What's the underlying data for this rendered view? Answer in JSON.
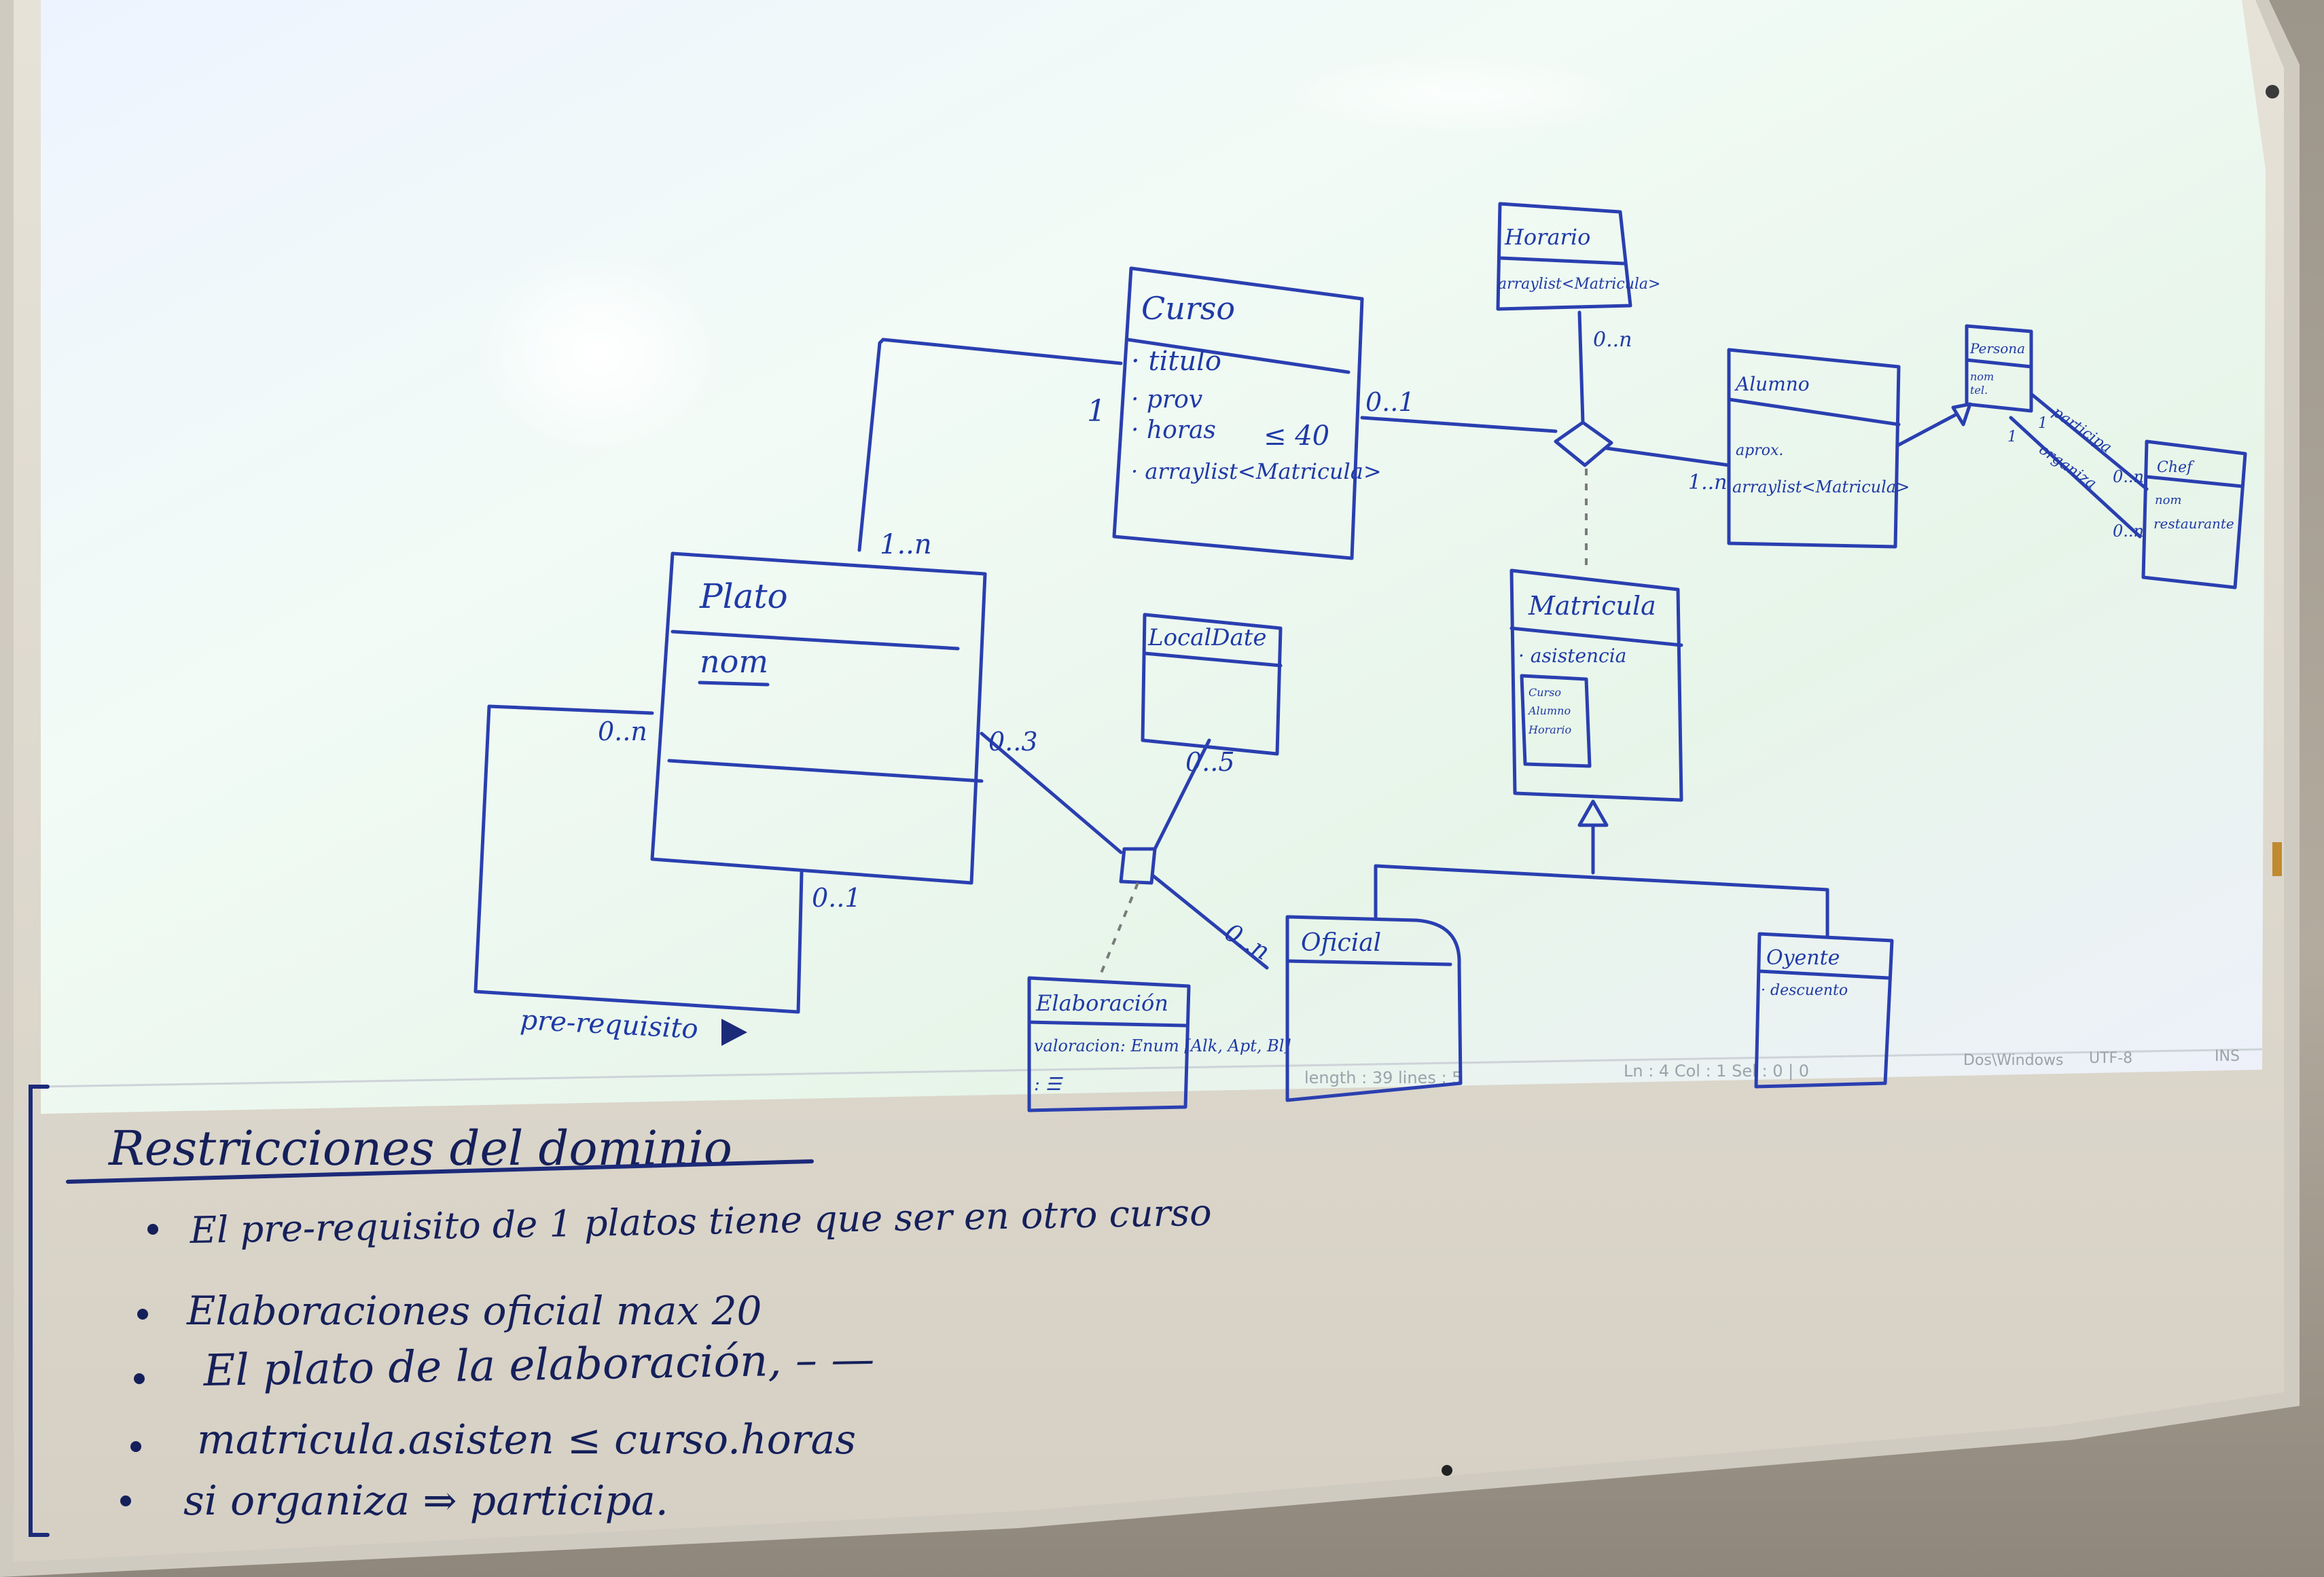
{
  "diagram": {
    "classes": {
      "curso": {
        "name": "Curso",
        "attrs": [
          "· titulo",
          "· prov",
          "· horas",
          "· arraylist<Matricula>"
        ],
        "note": "≤ 40"
      },
      "horario": {
        "name": "Horario",
        "attrs": [
          "arraylist<Matricula>"
        ]
      },
      "alumno": {
        "name": "Alumno",
        "attrs": [
          "aprox.",
          "arraylist<Matricula>"
        ]
      },
      "persona": {
        "name": "Persona",
        "attrs": [
          "nom",
          "tel."
        ]
      },
      "chef": {
        "name": "Chef",
        "attrs": [
          "nom",
          "restaurante"
        ]
      },
      "plato": {
        "name": "Plato",
        "attrs": [
          "nom"
        ]
      },
      "localdate": {
        "name": "LocalDate"
      },
      "matricula": {
        "name": "Matricula",
        "attrs": [
          "· asistencia"
        ],
        "note_lines": [
          "Curso",
          "Alumno",
          "Horario"
        ]
      },
      "elaboracion": {
        "name": "Elaboración",
        "attrs": [
          "valoracion: Enum [Alk, Apt, Bl]",
          ": ☰"
        ]
      },
      "oficial": {
        "name": "Oficial"
      },
      "oyente": {
        "name": "Oyente",
        "attrs": [
          "· descuento"
        ]
      }
    },
    "multiplicities": {
      "curso_left": "1",
      "plato_top": "1..n",
      "curso_right": "0..1",
      "horario_bottom": "0..n",
      "alumno_left": "1..n",
      "plato_self_top": "0..n",
      "plato_self_bottom": "0..1",
      "plato_right": "0..3",
      "localdate": "0..5",
      "oficial": "0..n",
      "persona_chef_top": "0..n",
      "persona_chef_bottom": "0..n",
      "persona_one_a": "1",
      "persona_one_b": "1"
    },
    "association_labels": {
      "prerequisito": "pre-requisito",
      "participa": "participa",
      "organiza": "organiza"
    },
    "status_bar": {
      "length": "length : 39   lines : 5",
      "position": "Ln : 4   Col : 1   Sel : 0 | 0",
      "eol": "Dos\\Windows",
      "encoding": "UTF-8",
      "mode": "INS"
    }
  },
  "restrictions": {
    "title": "Restricciones del dominio",
    "items": [
      "El pre-requisito de 1 platos tiene que ser en otro curso",
      "Elaboraciones oficial max 20",
      "El plato de la elaboración, – —",
      "matricula.asisten ≤ curso.horas",
      "si organiza ⇒ participa."
    ]
  },
  "colors": {
    "marker": "#2a3fb0",
    "marker_dark": "#1c2a7a",
    "board": "#f1f3ee",
    "frame": "#c9c6bd"
  }
}
